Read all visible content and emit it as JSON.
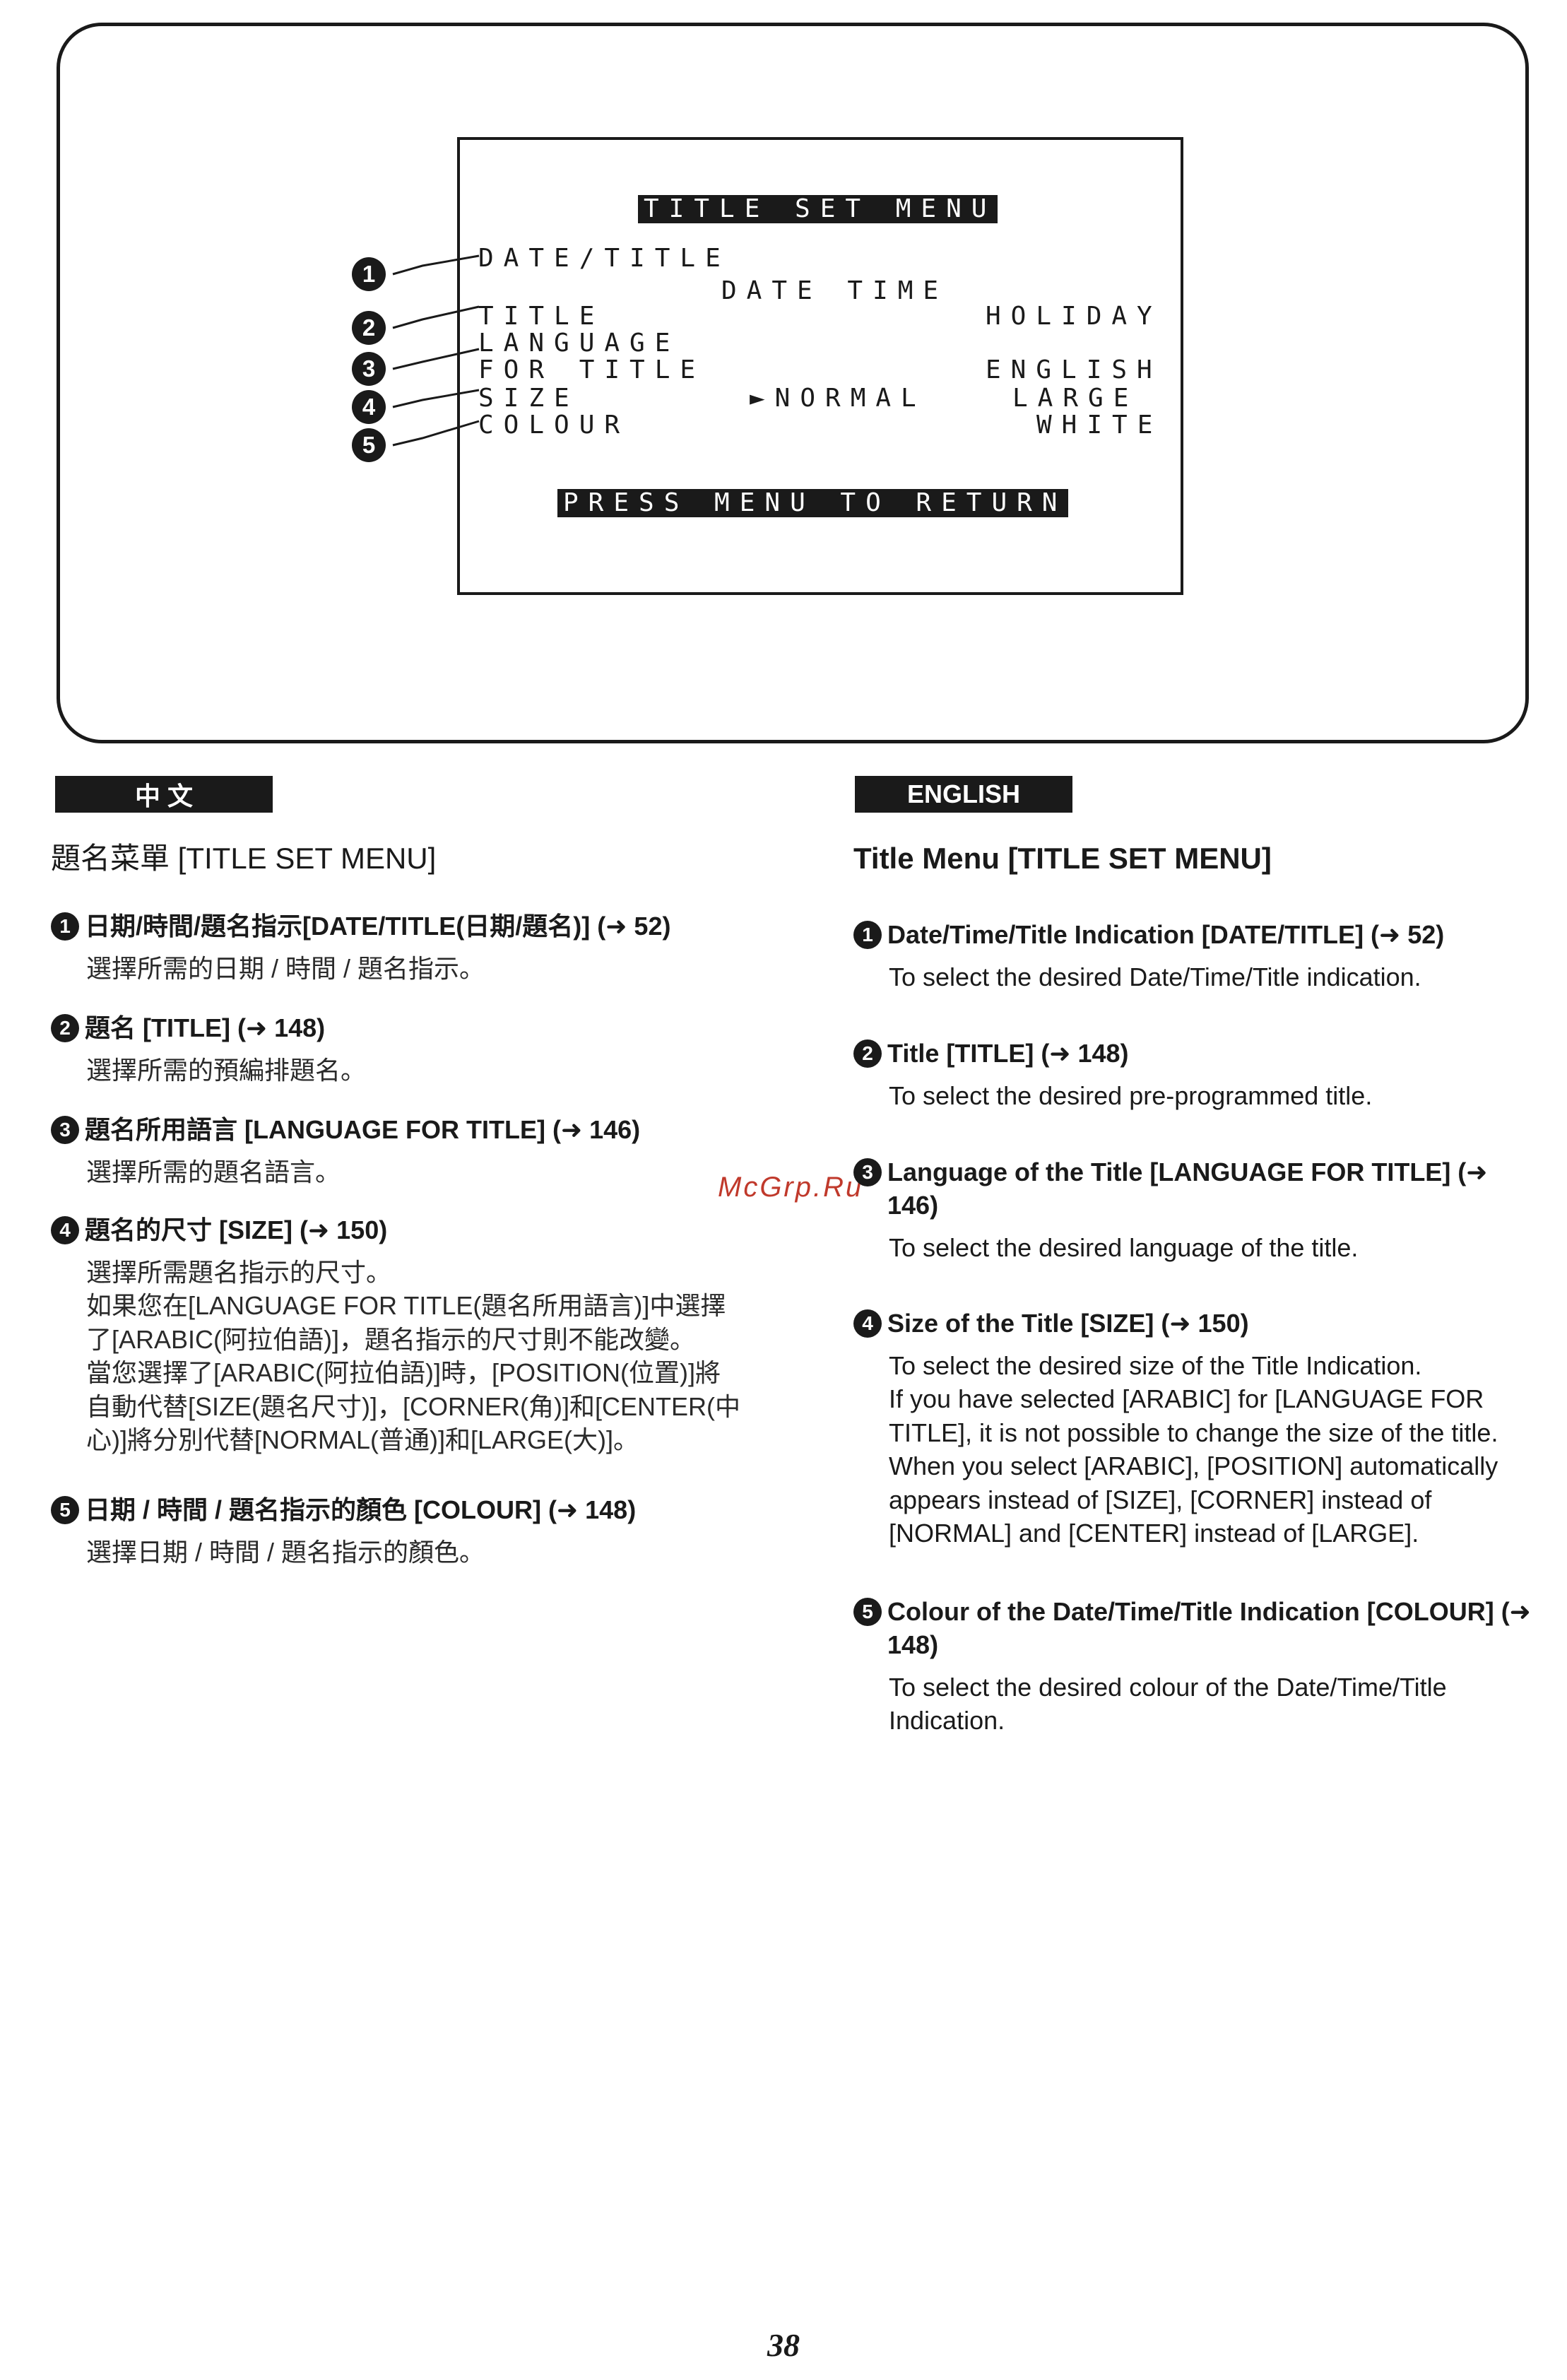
{
  "screen": {
    "title": "TITLE SET MENU",
    "rows": [
      {
        "label": "DATE/TITLE",
        "value": ""
      },
      {
        "label": "",
        "value": "DATE TIME"
      },
      {
        "label": "TITLE",
        "value": "HOLIDAY"
      },
      {
        "label": "LANGUAGE",
        "value": ""
      },
      {
        "label": "FOR TITLE",
        "value": "ENGLISH"
      },
      {
        "label": "SIZE",
        "value": "LARGE"
      },
      {
        "label": "COLOUR",
        "value": "WHITE"
      }
    ],
    "size_option": "►NORMAL",
    "footer": "PRESS MENU TO RETURN",
    "markers": [
      "1",
      "2",
      "3",
      "4",
      "5"
    ]
  },
  "chinese": {
    "lang_label": "中 文",
    "heading": "題名菜單 [TITLE SET MENU]",
    "items": [
      {
        "num": "1",
        "title": "日期/時間/題名指示[DATE/TITLE(日期/題名)] (➜ 52)",
        "body": [
          "選擇所需的日期 / 時間 / 題名指示。"
        ]
      },
      {
        "num": "2",
        "title": "題名 [TITLE] (➜ 148)",
        "body": [
          "選擇所需的預編排題名。"
        ]
      },
      {
        "num": "3",
        "title": "題名所用語言 [LANGUAGE FOR TITLE] (➜ 146)",
        "body": [
          "選擇所需的題名語言。"
        ]
      },
      {
        "num": "4",
        "title": "題名的尺寸 [SIZE] (➜ 150)",
        "body": [
          "選擇所需題名指示的尺寸。",
          "如果您在[LANGUAGE FOR TITLE(題名所用語言)]中選擇了[ARABIC(阿拉伯語)]，題名指示的尺寸則不能改變。",
          "當您選擇了[ARABIC(阿拉伯語)]時，[POSITION(位置)]將自動代替[SIZE(題名尺寸)]，[CORNER(角)]和[CENTER(中心)]將分別代替[NORMAL(普通)]和[LARGE(大)]。"
        ]
      },
      {
        "num": "5",
        "title": "日期 / 時間 / 題名指示的顏色 [COLOUR] (➜ 148)",
        "body": [
          "選擇日期 / 時間 / 題名指示的顏色。"
        ]
      }
    ]
  },
  "english": {
    "lang_label": "ENGLISH",
    "heading": "Title Menu [TITLE SET MENU]",
    "items": [
      {
        "num": "1",
        "title": "Date/Time/Title Indication [DATE/TITLE] (➜ 52)",
        "body": [
          "To select the desired Date/Time/Title indication."
        ]
      },
      {
        "num": "2",
        "title": "Title [TITLE] (➜ 148)",
        "body": [
          "To select the desired pre-programmed title."
        ]
      },
      {
        "num": "3",
        "title": "Language of the Title [LANGUAGE FOR TITLE] (➜ 146)",
        "body": [
          "To select the desired language of the title."
        ]
      },
      {
        "num": "4",
        "title": "Size of the Title [SIZE] (➜ 150)",
        "body": [
          "To select the desired size of the Title Indication.",
          "If you have selected [ARABIC] for [LANGUAGE FOR TITLE], it is not possible to change the size of the title.",
          "When you select [ARABIC], [POSITION] automatically appears instead of [SIZE], [CORNER] instead of [NORMAL] and [CENTER] instead of [LARGE]."
        ]
      },
      {
        "num": "5",
        "title": "Colour of the Date/Time/Title Indication [COLOUR] (➜ 148)",
        "body": [
          "To select the desired colour of the Date/Time/Title Indication."
        ]
      }
    ]
  },
  "watermark": "McGrp.Ru",
  "page_number": "38"
}
